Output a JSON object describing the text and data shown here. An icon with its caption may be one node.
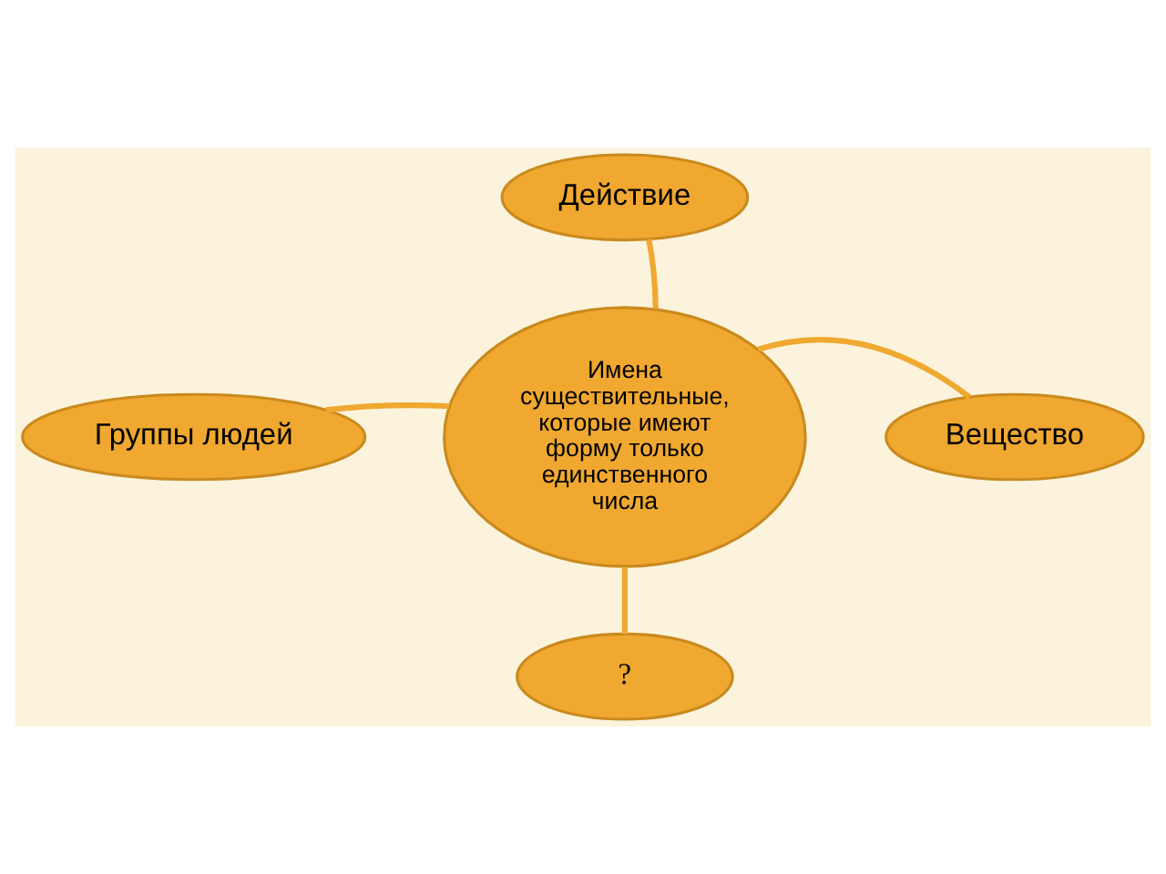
{
  "diagram": {
    "nodes": [
      {
        "text": [
          "Действие"
        ]
      },
      {
        "text": [
          "Группы людей"
        ]
      },
      {
        "text": [
          "Имена существительные, которые имеют форму только единственного числа"
        ]
      },
      {
        "text": [
          "Вещество"
        ]
      },
      {
        "text": [
          "?"
        ]
      }
    ],
    "edges": [
      {
        "from": 2,
        "to": 0,
        "arrow": "none"
      },
      {
        "from": 2,
        "to": 1,
        "arrow": "none"
      },
      {
        "from": 2,
        "to": 3,
        "arrow": "none"
      },
      {
        "from": 2,
        "to": 4,
        "arrow": "none"
      }
    ]
  }
}
